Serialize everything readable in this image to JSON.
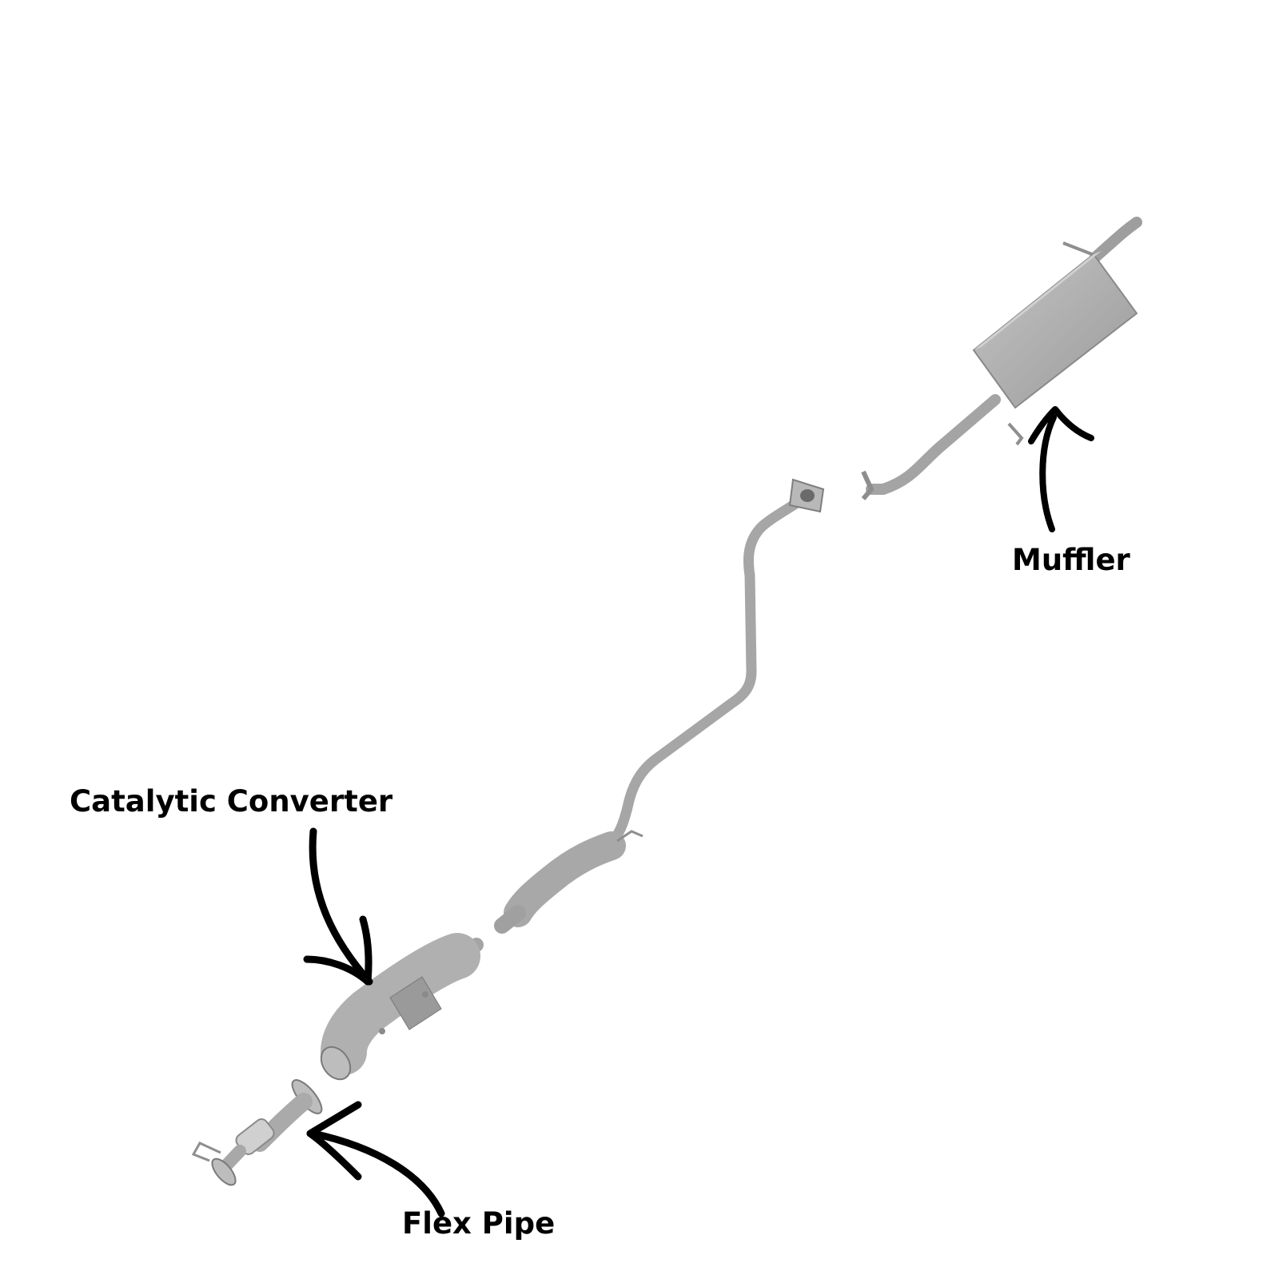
{
  "labels": {
    "muffler": "Muffler",
    "catalytic_converter": "Catalytic Converter",
    "flex_pipe": "Flex Pipe"
  },
  "colors": {
    "background": "#ffffff",
    "metal_light": "#c9c9c9",
    "metal_mid": "#a8a8a8",
    "metal_dark": "#8a8a8a",
    "arrow": "#000000"
  }
}
